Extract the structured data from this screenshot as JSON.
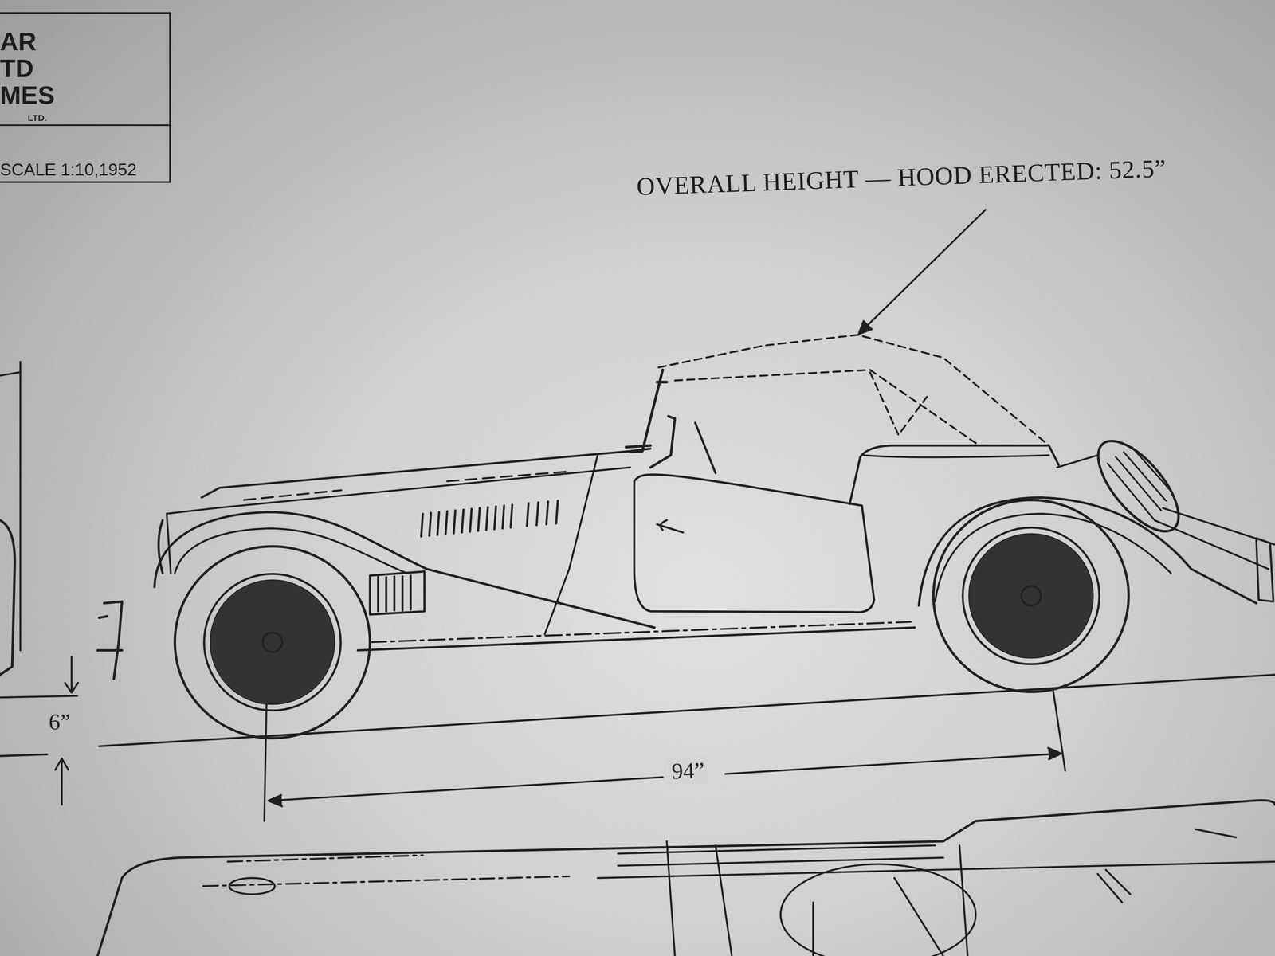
{
  "diagram": {
    "nodes": [
      {
        "text": [
          "AR TD MES",
          "LTD."
        ]
      },
      {
        "text": [
          "SCALE 1:10,1952"
        ]
      }
    ],
    "labels": [
      "OVERALL HEIGHT — HOOD ERECTED: 52.5”",
      "6”",
      "94”"
    ]
  }
}
